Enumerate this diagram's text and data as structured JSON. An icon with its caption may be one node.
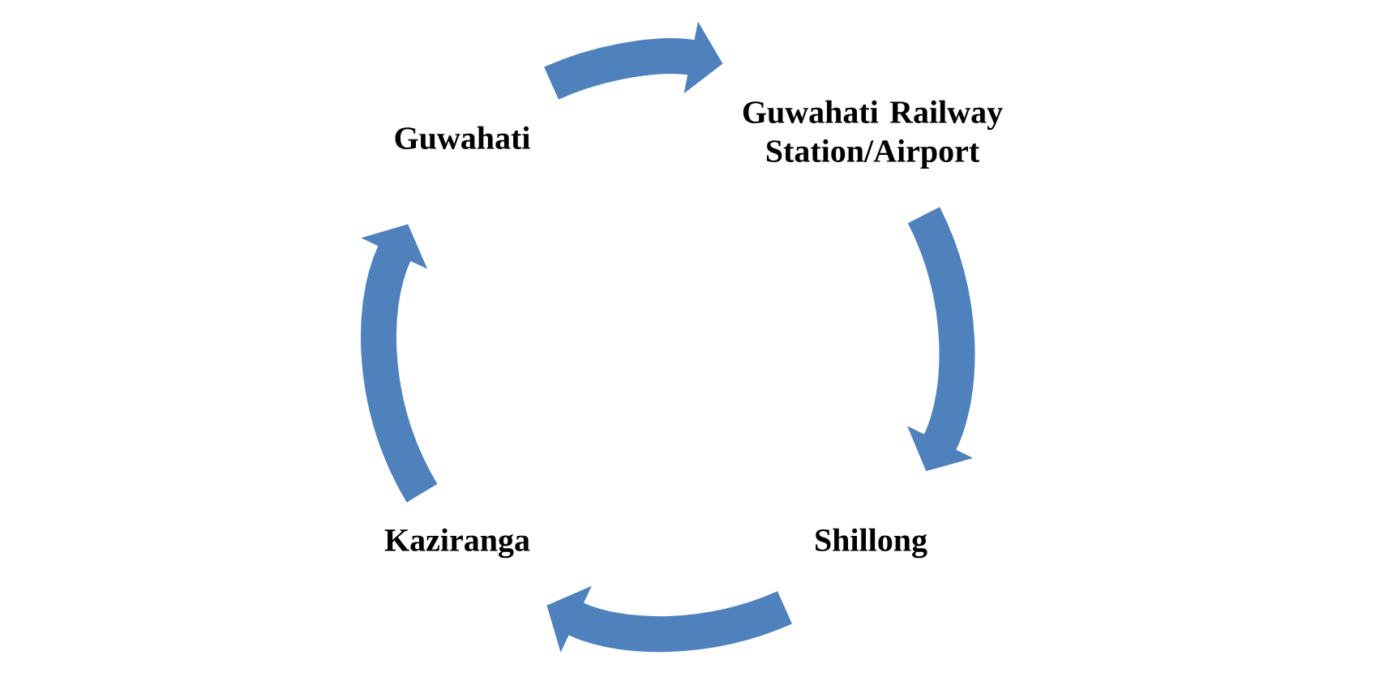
{
  "diagram": {
    "nodes": [
      {
        "text": [
          "Guwahati"
        ]
      },
      {
        "text": [
          "Guwahati Railway Station/Airport"
        ]
      },
      {
        "text": [
          "Shillong"
        ]
      },
      {
        "text": [
          "Kaziranga"
        ]
      }
    ],
    "edges": [
      {
        "from": 0,
        "to": 1,
        "arrow": "to"
      },
      {
        "from": 1,
        "to": 2,
        "arrow": "to"
      },
      {
        "from": 2,
        "to": 3,
        "arrow": "to"
      },
      {
        "from": 3,
        "to": 0,
        "arrow": "to"
      }
    ]
  }
}
